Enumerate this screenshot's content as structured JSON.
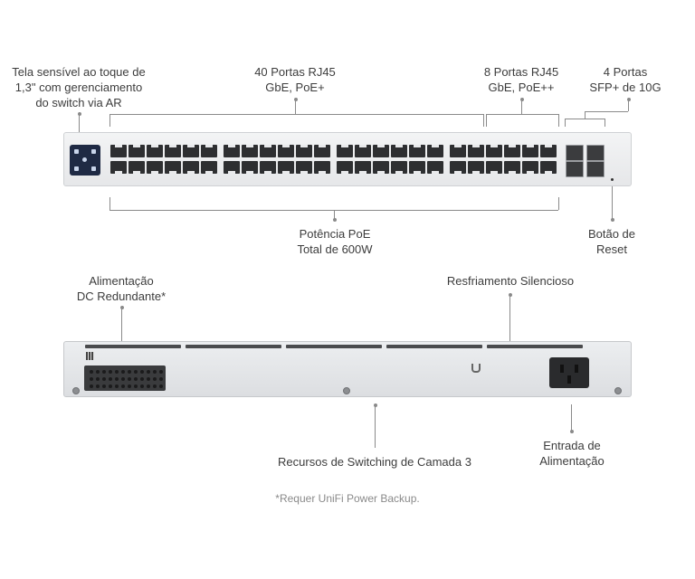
{
  "labels": {
    "touch_screen": [
      "Tela sensível ao toque de",
      "1,3\" com gerenciamento",
      "do switch via AR"
    ],
    "ports_40": [
      "40 Portas RJ45",
      "GbE, PoE+"
    ],
    "ports_8": [
      "8 Portas RJ45",
      "GbE, PoE++"
    ],
    "sfp_4": [
      "4 Portas",
      "SFP+ de 10G"
    ],
    "poe_total": [
      "Potência PoE",
      "Total de 600W"
    ],
    "reset": [
      "Botão de",
      "Reset"
    ],
    "dc_power": [
      "Alimentação",
      "DC Redundante*"
    ],
    "cooling": "Resfriamento Silencioso",
    "layer3": "Recursos de Switching de Camada 3",
    "power_input": [
      "Entrada de",
      "Alimentação"
    ],
    "footnote": "*Requer UniFi Power Backup."
  },
  "colors": {
    "panel": "#e6e7e9",
    "port": "#2e2f31",
    "lcd": "#1f2a44",
    "line": "#8a8a8a"
  }
}
